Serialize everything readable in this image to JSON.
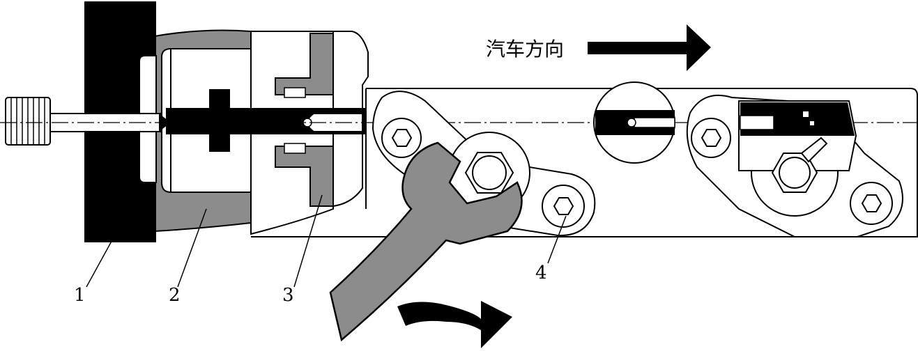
{
  "direction_label": "汽车方向",
  "callouts": [
    {
      "id": "1",
      "text": "1"
    },
    {
      "id": "2",
      "text": "2"
    },
    {
      "id": "3",
      "text": "3"
    },
    {
      "id": "4",
      "text": "4"
    }
  ],
  "colors": {
    "ink": "#000000",
    "gray": "#8c8c8c",
    "paper": "#ffffff"
  }
}
